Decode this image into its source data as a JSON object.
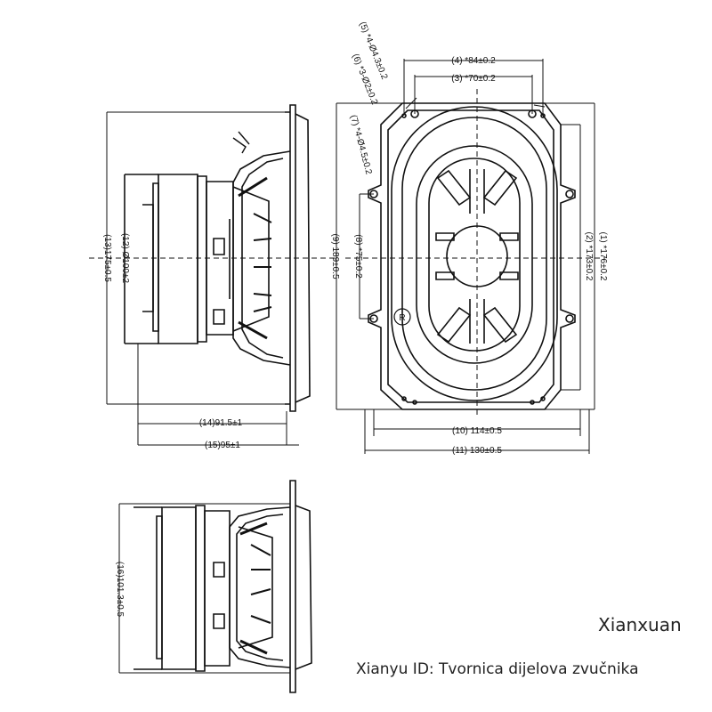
{
  "watermark": {
    "brand": "Xianxuan",
    "store_id": "Xianyu ID: Tvornica dijelova zvučnika"
  },
  "dimensions": {
    "d1": "(1) *176±0.2",
    "d2": "(2) *173±0.2",
    "d3": "(3) *70±0.2",
    "d4": "(4) *84±0.2",
    "d5": "(5) *4-Ø4.3±0.2",
    "d6": "(6) *3-Ø2±0.2",
    "d7": "(7) *4-Ø4.5±0.2",
    "d8": "(8) *75±0.2",
    "d9": "(9) 189±0.5",
    "d10": "(10) 114±0.5",
    "d11": "(11) 130±0.5",
    "d12": "(12) Ø100±2",
    "d13": "(13)175±0.5",
    "d14": "(14)91.5±1",
    "d15": "(15)95±1",
    "d16": "(16)101.3±0.5"
  },
  "marks": {
    "registered": "R"
  },
  "colors": {
    "line": "#111111",
    "background": "#ffffff"
  }
}
